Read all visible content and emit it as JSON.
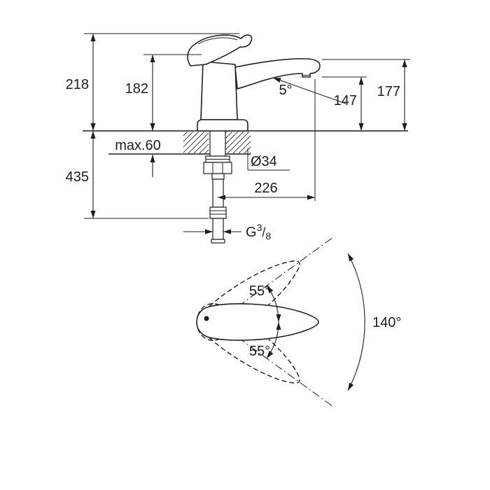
{
  "figure": {
    "background": "#ffffff",
    "line_color": "#1d1d1b",
    "side_view": {
      "height_overall": "218",
      "height_to_spout": "182",
      "height_spout_tip": "177",
      "height_outlet": "147",
      "spray_angle": "5°",
      "counter_thickness": "max.60",
      "below_counter_depth": "435",
      "hole_diameter": "Ø34",
      "spout_reach": "226",
      "thread": {
        "prefix": "G",
        "numerator": "3",
        "slash": "/",
        "denominator": "8"
      }
    },
    "top_view": {
      "handle_angle_up": "55°",
      "handle_angle_down": "55°",
      "swivel_range": "140°"
    }
  }
}
